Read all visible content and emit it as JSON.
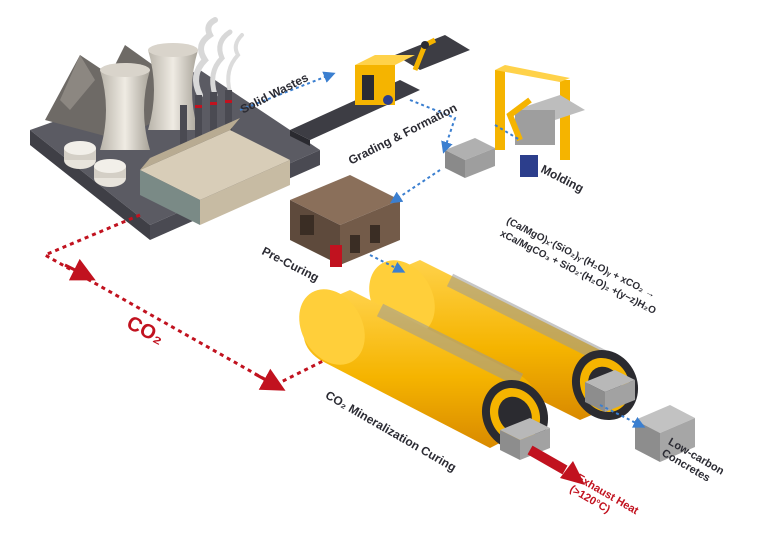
{
  "labels": {
    "solid_wastes": "Solid Wastes",
    "grading_formation": "Grading & Formation",
    "molding": "Molding",
    "pre_curing": "Pre-Curing",
    "co2": "CO₂",
    "co2_mineralization_curing": "CO₂ Mineralization Curing",
    "exhaust_heat_line1": "Exhaust Heat",
    "exhaust_heat_line2": "(>120°C)",
    "low_carbon_line1": "Low-carbon",
    "low_carbon_line2": "Concretes",
    "reaction_line1": "(Ca/MgO)ₓ·(SiO₂)ᵧ·(H₂O)ᵧ + xCO₂ →",
    "reaction_line2": "xCa/MgCO₃ + SiO₂·(H₂O)₂ +(y−z)H₂O"
  },
  "colors": {
    "tank_yellow": "#f5b400",
    "tank_shadow": "#d98a00",
    "arrow_red": "#c1121f",
    "flow_blue": "#3b7fd0",
    "label_dark": "#2b2b33",
    "label_blue": "#1b2a7a"
  }
}
